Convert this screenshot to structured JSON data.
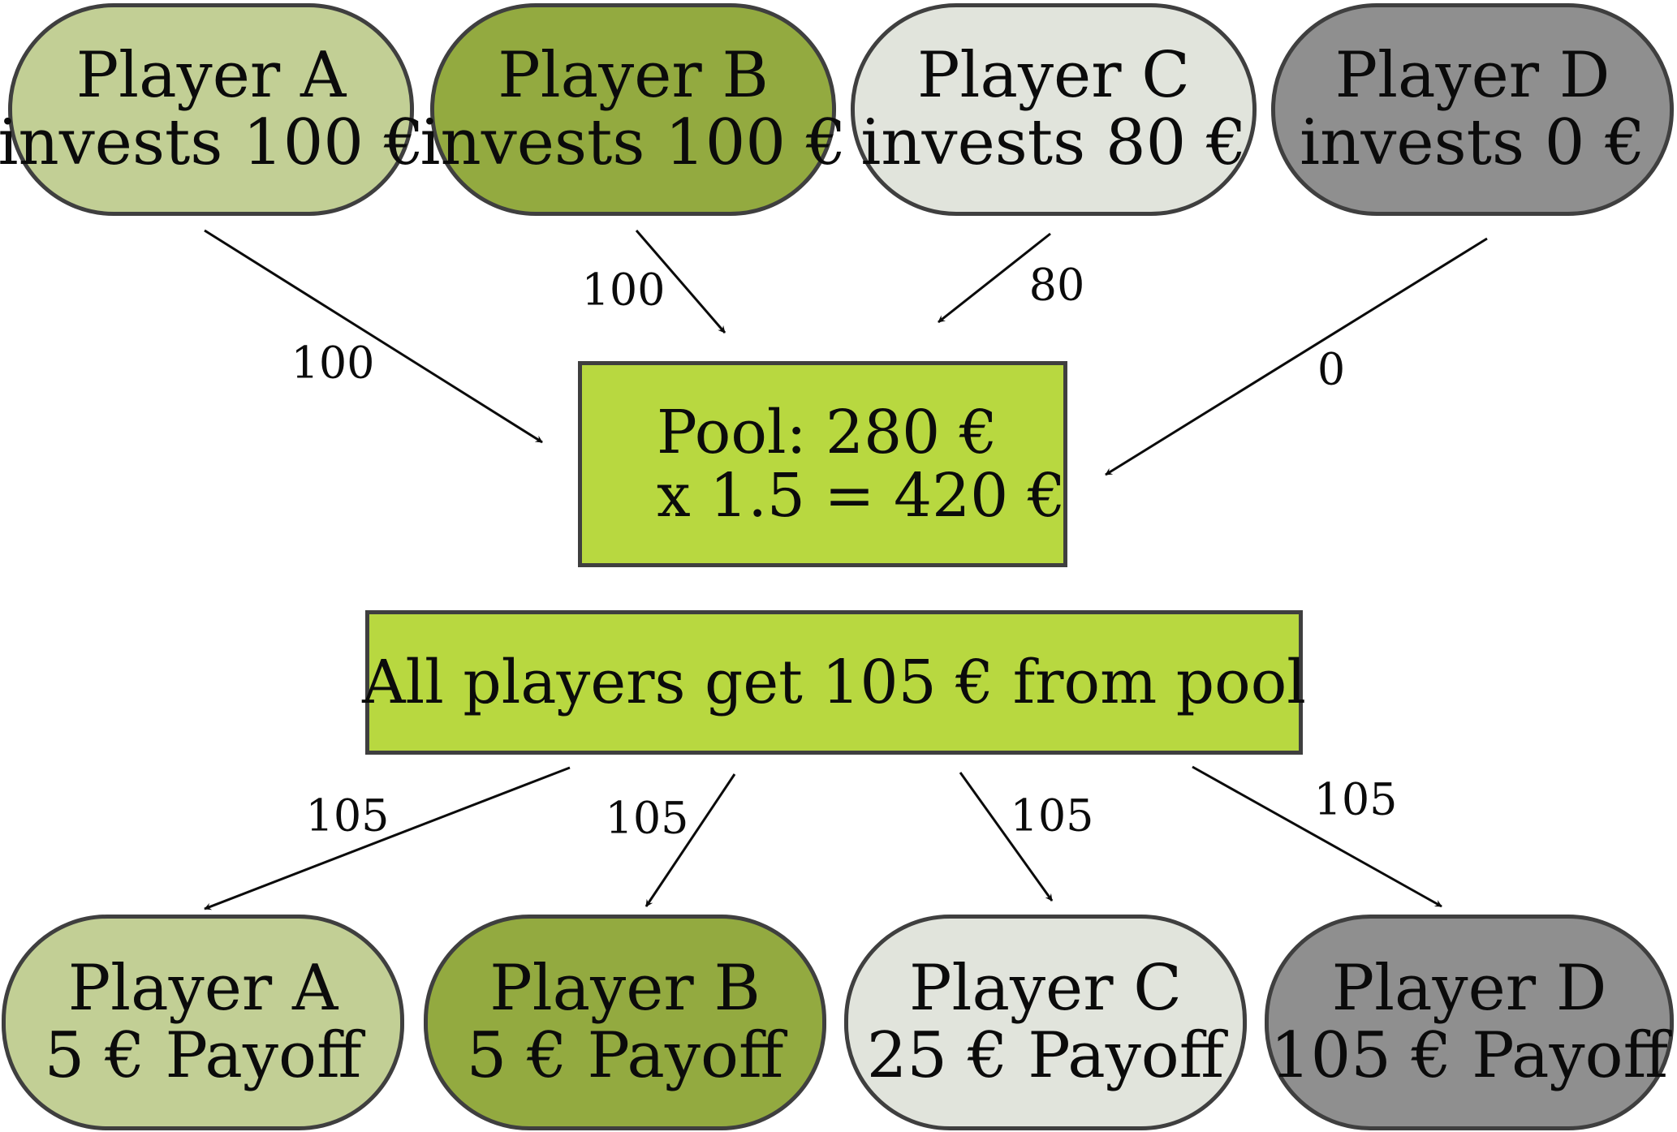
{
  "colors": {
    "player_a": "#c2cf95",
    "player_b": "#93aa40",
    "player_c": "#e1e4dc",
    "player_d": "#8f8f8f",
    "pool": "#b8d840",
    "border": "#3f3f3f"
  },
  "top_players": [
    {
      "name": "Player A",
      "detail": "invests 100 €"
    },
    {
      "name": "Player B",
      "detail": "invests 100 €"
    },
    {
      "name": "Player C",
      "detail": "invests 80 €"
    },
    {
      "name": "Player D",
      "detail": "invests 0 €"
    }
  ],
  "pool": {
    "line1": "Pool: 280 €",
    "line2": "x 1.5 = 420 €"
  },
  "distribution": {
    "label": "All players get 105 € from pool"
  },
  "bottom_players": [
    {
      "name": "Player A",
      "detail": "5 € Payoff"
    },
    {
      "name": "Player B",
      "detail": "5 € Payoff"
    },
    {
      "name": "Player C",
      "detail": "25 € Payoff"
    },
    {
      "name": "Player D",
      "detail": "105 € Payoff"
    }
  ],
  "investment_labels": [
    "100",
    "100",
    "80",
    "0"
  ],
  "payout_labels": [
    "105",
    "105",
    "105",
    "105"
  ]
}
